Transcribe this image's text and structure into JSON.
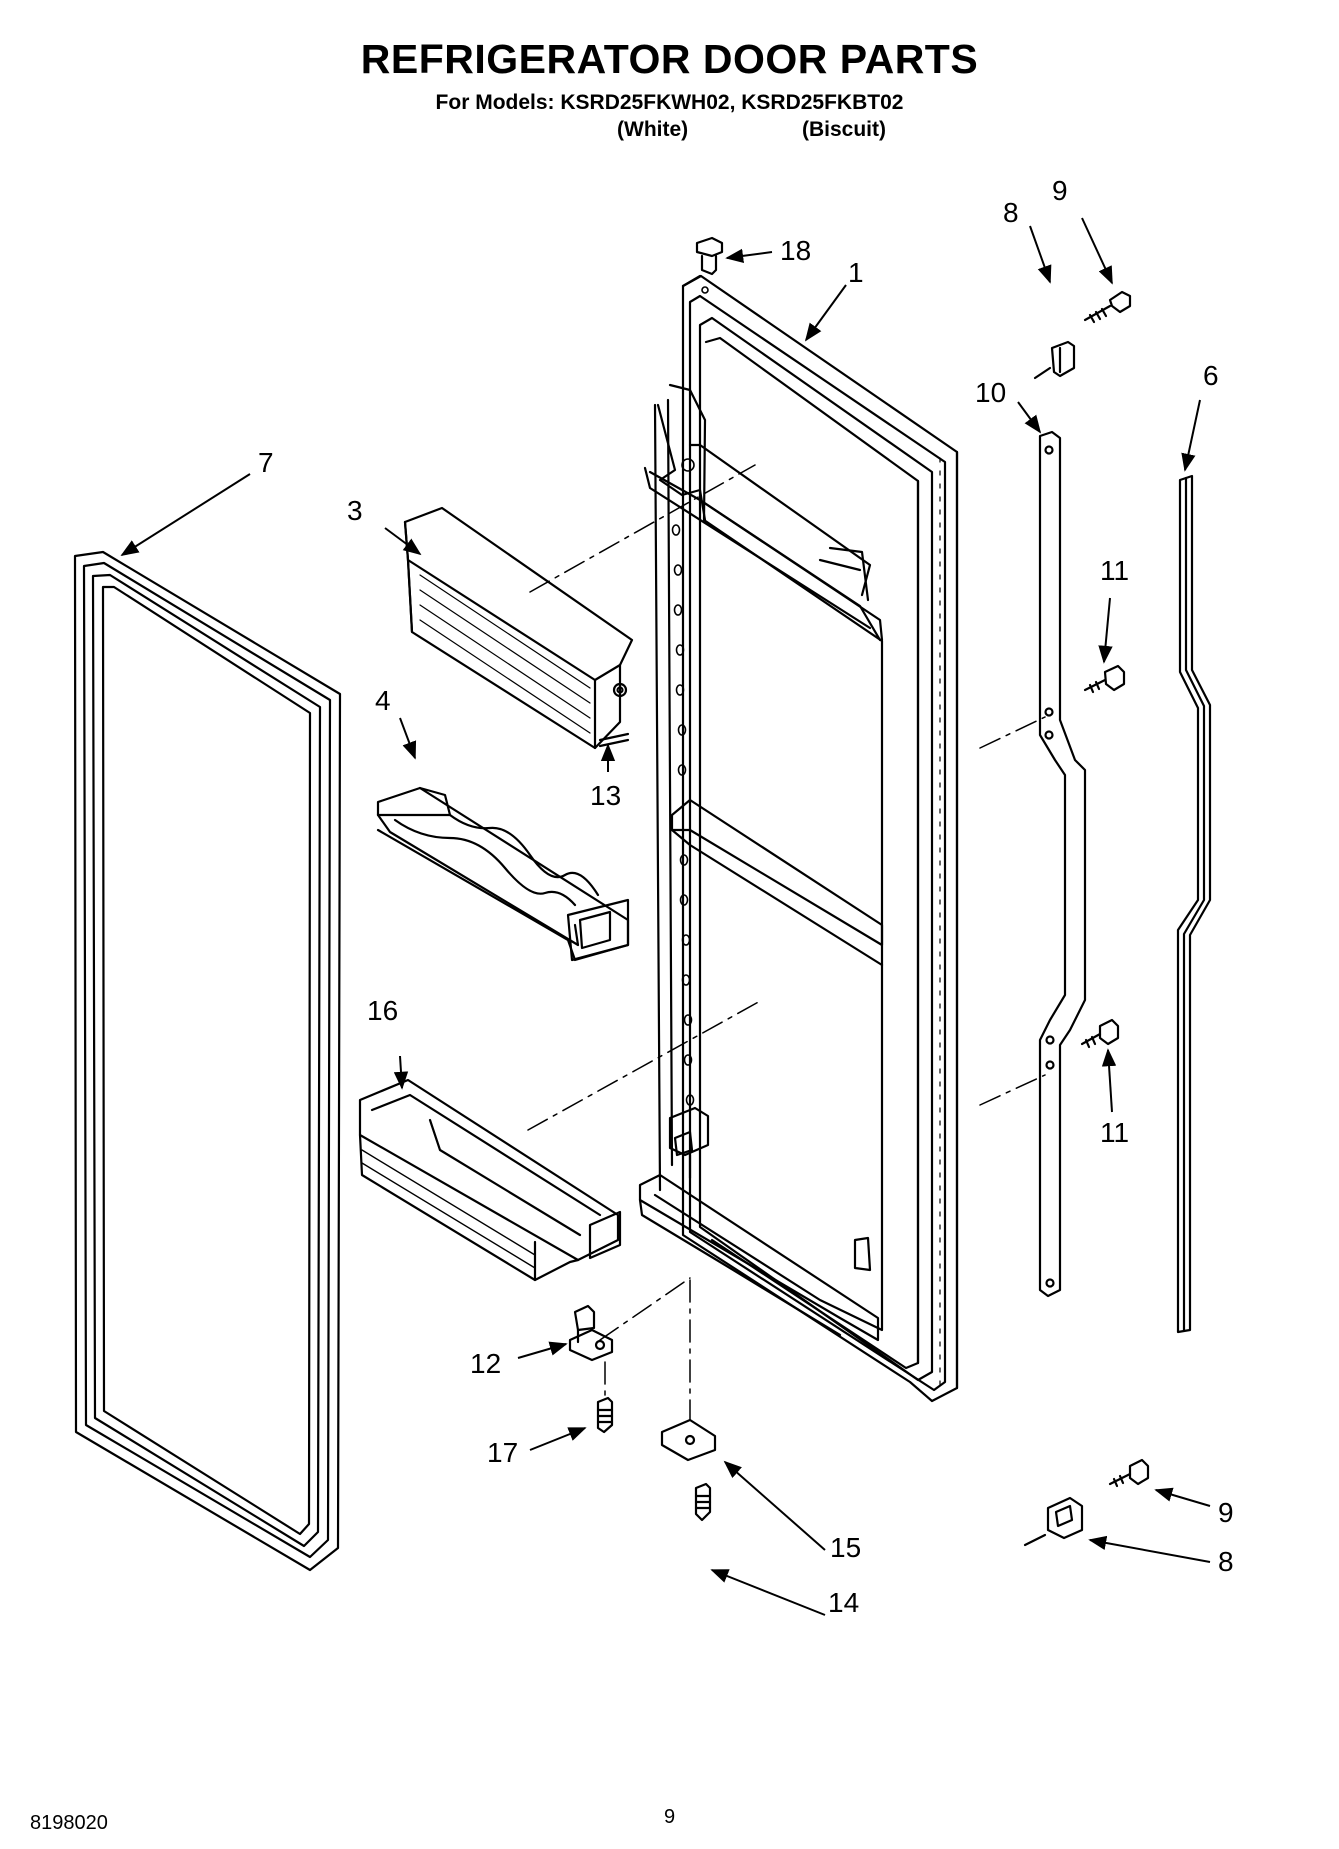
{
  "header": {
    "title": "REFRIGERATOR DOOR PARTS",
    "models_line": "For Models: KSRD25FKWH02, KSRD25FKBT02",
    "color_white": "(White)",
    "color_biscuit": "(Biscuit)"
  },
  "footer": {
    "doc_number": "8198020",
    "page_number": "9"
  },
  "callouts": {
    "c1": "1",
    "c3": "3",
    "c4": "4",
    "c6": "6",
    "c7": "7",
    "c8_top": "8",
    "c9_top": "9",
    "c10": "10",
    "c11_upper": "11",
    "c11_lower": "11",
    "c12": "12",
    "c13": "13",
    "c14": "14",
    "c15": "15",
    "c16": "16",
    "c17": "17",
    "c18": "18",
    "c9_bottom": "9",
    "c8_bottom": "8"
  }
}
